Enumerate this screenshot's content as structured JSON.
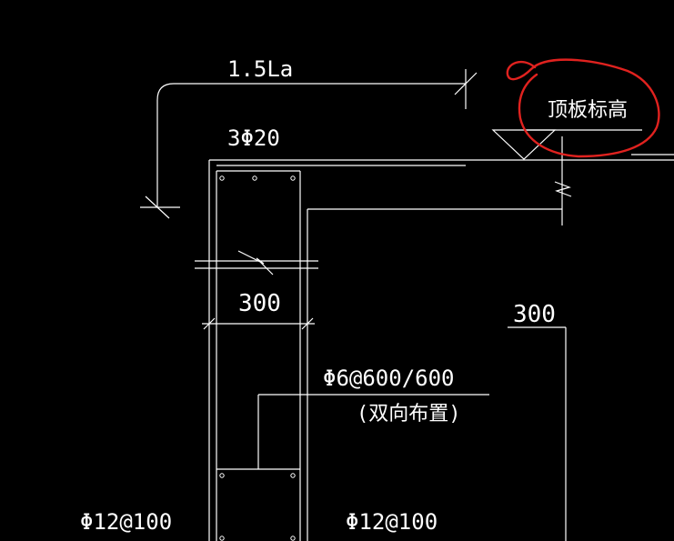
{
  "drawing": {
    "labels": {
      "anchorage_length": "1.5La",
      "top_bars": "3Φ20",
      "wall_thickness_left": "300",
      "wall_thickness_right": "300",
      "tie_bars": "Φ6@600/600",
      "tie_bars_note": "(双向布置)",
      "bottom_left_bars": "Φ12@100",
      "bottom_right_bars": "Φ12@100",
      "roof_elevation": "顶板标高"
    },
    "colors": {
      "background": "#000000",
      "line": "#ffffff",
      "annotation_circle": "#e0221f"
    }
  }
}
